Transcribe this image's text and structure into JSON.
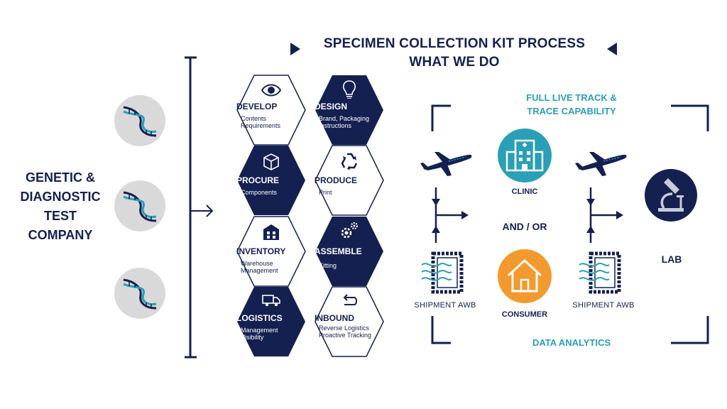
{
  "title": {
    "line1": "SPECIMEN COLLECTION KIT PROCESS",
    "line2": "WHAT WE DO"
  },
  "company": {
    "lines": [
      "GENETIC &",
      "DIAGNOSTIC",
      "TEST",
      "COMPANY"
    ]
  },
  "hexagons": [
    {
      "title": "DEVELOP",
      "sub": [
        "Contents",
        "Requirements"
      ],
      "icon": "eye-icon",
      "style": "light"
    },
    {
      "title": "DESIGN",
      "sub": [
        "Brand, Packaging",
        "Instructions"
      ],
      "icon": "lightbulb-icon",
      "style": "dark"
    },
    {
      "title": "PROCURE",
      "sub": [
        "Components"
      ],
      "icon": "box-icon",
      "style": "dark"
    },
    {
      "title": "PRODUCE",
      "sub": [
        "Print"
      ],
      "icon": "recycle-icon",
      "style": "light"
    },
    {
      "title": "INVENTORY",
      "sub": [
        "Warehouse",
        "Management"
      ],
      "icon": "warehouse-icon",
      "style": "light"
    },
    {
      "title": "ASSEMBLE",
      "sub": [
        "Kitting"
      ],
      "icon": "gears-icon",
      "style": "dark"
    },
    {
      "title": "LOGISTICS",
      "sub": [
        "Management",
        "Visibility"
      ],
      "icon": "truck-icon",
      "style": "dark"
    },
    {
      "title": "INBOUND",
      "sub": [
        "Reverse Logistics",
        "Proactive Tracking"
      ],
      "icon": "return-arrow-icon",
      "style": "light"
    }
  ],
  "tracking": {
    "line1": "FULL LIVE TRACK &",
    "line2": "TRACE CAPABILITY"
  },
  "data_analytics": "DATA ANALYTICS",
  "clinic": "CLINIC",
  "and_or": "AND / OR",
  "consumer": "CONSUMER",
  "shipment_left": "SHIPMENT AWB",
  "shipment_right": "SHIPMENT AWB",
  "lab": "LAB",
  "colors": {
    "navy": "#132050",
    "teal": "#2a9fb8",
    "orange": "#f29a2e",
    "grey": "#d9d9d9"
  }
}
